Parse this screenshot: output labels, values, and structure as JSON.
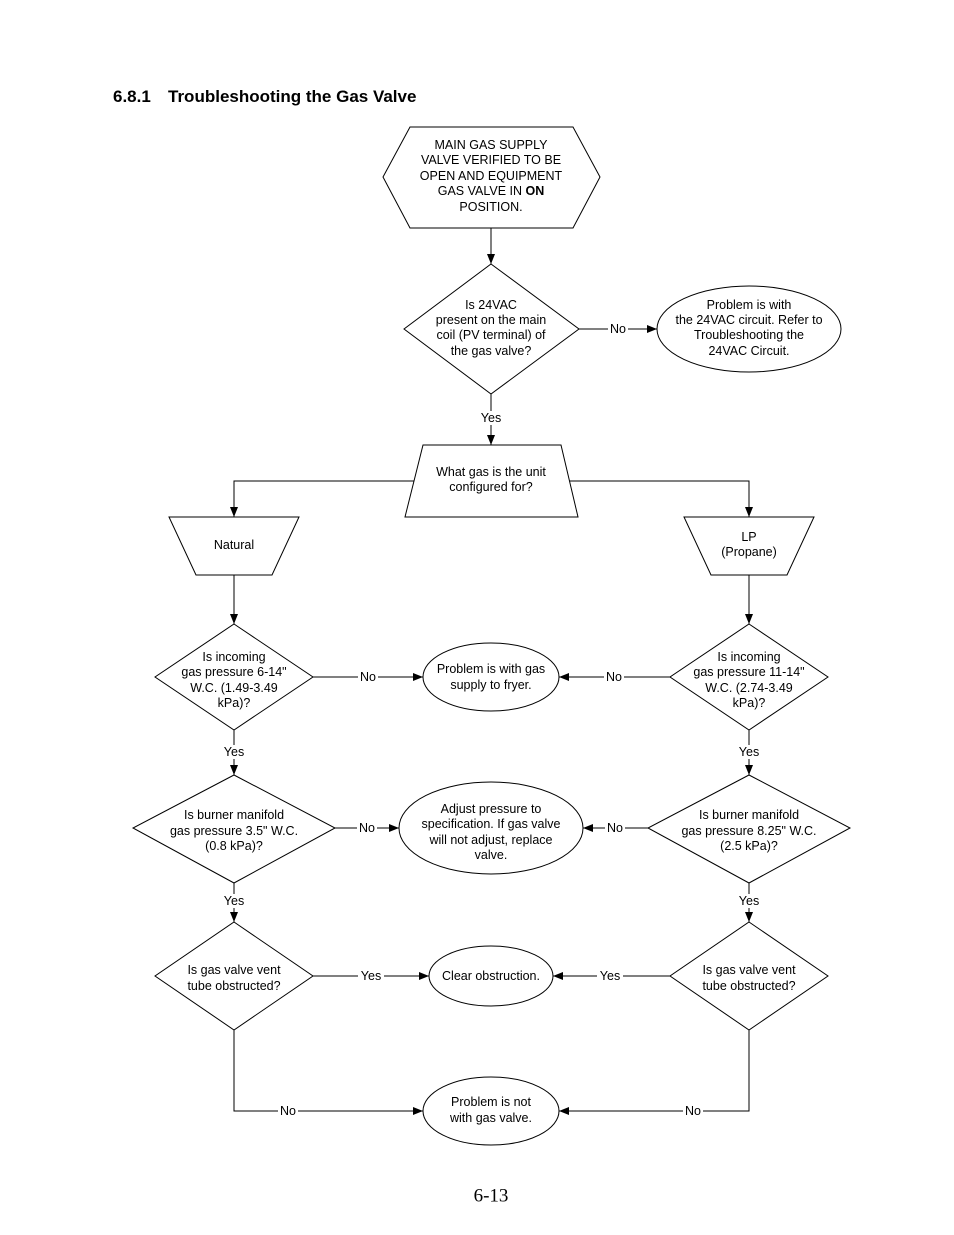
{
  "heading": {
    "number": "6.8.1",
    "title": "Troubleshooting the Gas Valve"
  },
  "flowchart": {
    "start": {
      "lines": [
        "MAIN GAS SUPPLY",
        "VALVE VERIFIED TO BE",
        "OPEN AND EQUIPMENT",
        "GAS VALVE IN",
        "POSITION."
      ],
      "bold": "ON"
    },
    "q_24vac": {
      "lines": [
        "Is 24VAC",
        "present on the main",
        "coil (PV terminal) of",
        "the gas valve?"
      ]
    },
    "r_24vac": {
      "lines": [
        "Problem is with",
        "the 24VAC circuit.  Refer to",
        "Troubleshooting the",
        "24VAC Circuit."
      ]
    },
    "q_gas_type": {
      "lines": [
        "What gas is the unit",
        "configured for?"
      ]
    },
    "natural": {
      "lines": [
        "Natural"
      ]
    },
    "lp": {
      "lines": [
        "LP",
        "(Propane)"
      ]
    },
    "q_nat_incoming": {
      "lines": [
        "Is incoming",
        "gas pressure 6-14\"",
        "W.C. (1.49-3.49",
        "kPa)?"
      ]
    },
    "r_gas_supply": {
      "lines": [
        "Problem is with gas",
        "supply to fryer."
      ]
    },
    "q_lp_incoming": {
      "lines": [
        "Is incoming",
        "gas pressure 11-14\"",
        "W.C. (2.74-3.49",
        "kPa)?"
      ]
    },
    "q_nat_manifold": {
      "lines": [
        "Is burner manifold",
        "gas pressure 3.5\" W.C.",
        "(0.8 kPa)?"
      ]
    },
    "r_adjust": {
      "lines": [
        "Adjust pressure to",
        "specification.  If gas valve",
        "will not adjust, replace",
        "valve."
      ]
    },
    "q_lp_manifold": {
      "lines": [
        "Is burner manifold",
        "gas pressure 8.25\" W.C.",
        "(2.5 kPa)?"
      ]
    },
    "q_nat_vent": {
      "lines": [
        "Is gas valve vent",
        "tube obstructed?"
      ]
    },
    "r_clear": {
      "lines": [
        "Clear obstruction."
      ]
    },
    "q_lp_vent": {
      "lines": [
        "Is gas valve vent",
        "tube obstructed?"
      ]
    },
    "r_not_valve": {
      "lines": [
        "Problem is not",
        "with gas valve."
      ]
    }
  },
  "edge_labels": [
    "No",
    "Yes",
    "No",
    "No",
    "Yes",
    "Yes",
    "No",
    "No",
    "Yes",
    "Yes",
    "Yes",
    "Yes",
    "No",
    "No"
  ],
  "page_number": "6-13"
}
